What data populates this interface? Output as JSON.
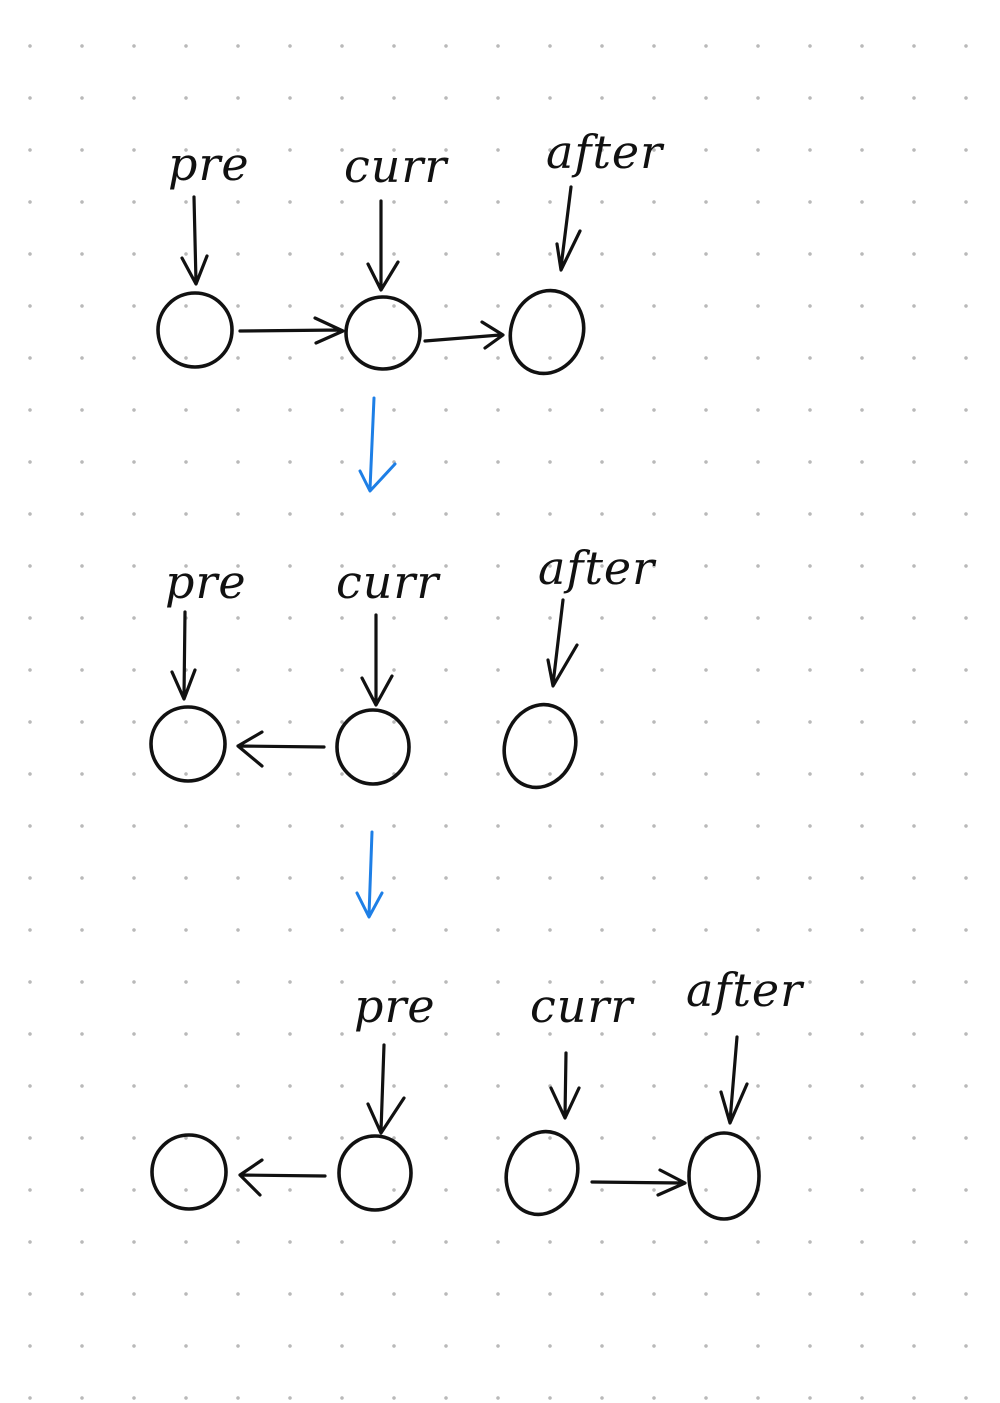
{
  "diagram": {
    "stages": [
      {
        "labels": {
          "pre": "pre",
          "curr": "curr",
          "after": "after"
        },
        "links": [
          "node1->node2",
          "node2->node3"
        ]
      },
      {
        "labels": {
          "pre": "pre",
          "curr": "curr",
          "after": "after"
        },
        "links": [
          "node2->node1"
        ]
      },
      {
        "labels": {
          "pre": "pre",
          "curr": "curr",
          "after": "after"
        },
        "links": [
          "node2->node1",
          "node3->node4"
        ]
      }
    ],
    "colors": {
      "ink": "#111111",
      "transition_arrow": "#1e7fe6"
    }
  }
}
